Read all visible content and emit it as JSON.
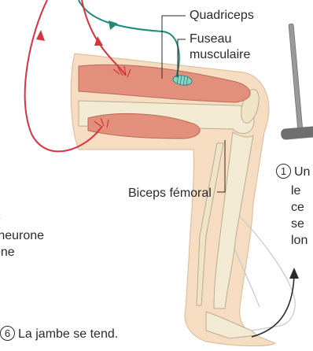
{
  "labels": {
    "quadriceps": "Quadriceps",
    "fuseau_line1": "Fuseau",
    "fuseau_line2": "musculaire",
    "biceps": "Biceps fémoral",
    "cut_line1": "e",
    "cut_line2": "rneurone",
    "cut_line3": "one",
    "step1_number": "1",
    "step1_text_line1": "Un",
    "step1_text_line2": "le",
    "step1_text_line3": "ce",
    "step1_text_line4": "se",
    "step1_text_line5": "lon",
    "step6_number": "6",
    "step6_text": "La jambe se tend."
  },
  "colors": {
    "nerve_red": "#d9333f",
    "nerve_teal": "#1f8a7a",
    "skin": "#f6dcc0",
    "muscle": "#e28f7c",
    "bone": "#f3ead4",
    "hammer": "#6f6f6f"
  }
}
